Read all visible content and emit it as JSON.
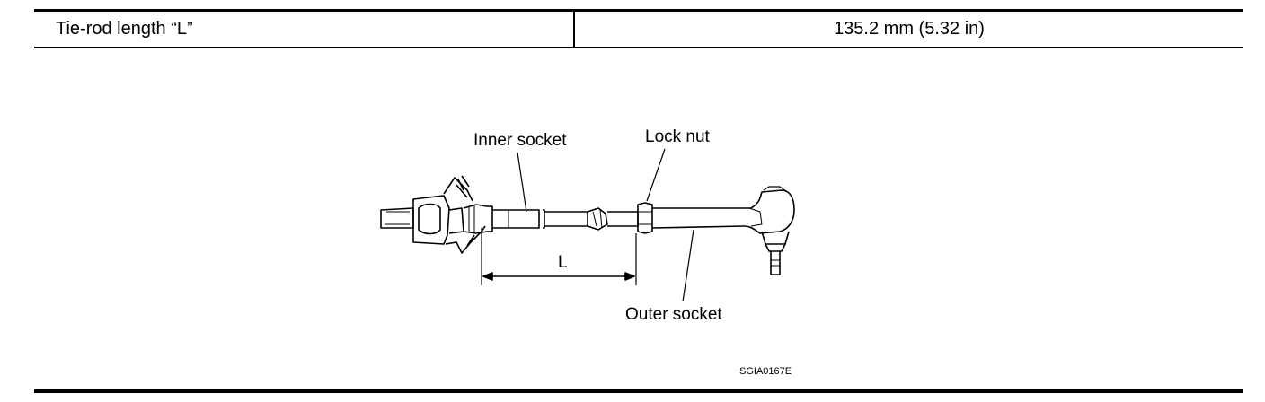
{
  "spec_table": {
    "label": "Tie-rod length “L”",
    "value": "135.2 mm (5.32 in)"
  },
  "figure": {
    "callouts": {
      "inner_socket": "Inner socket",
      "lock_nut": "Lock nut",
      "outer_socket": "Outer socket",
      "dimension_l": "L"
    },
    "figure_code": "SGIA0167E"
  }
}
